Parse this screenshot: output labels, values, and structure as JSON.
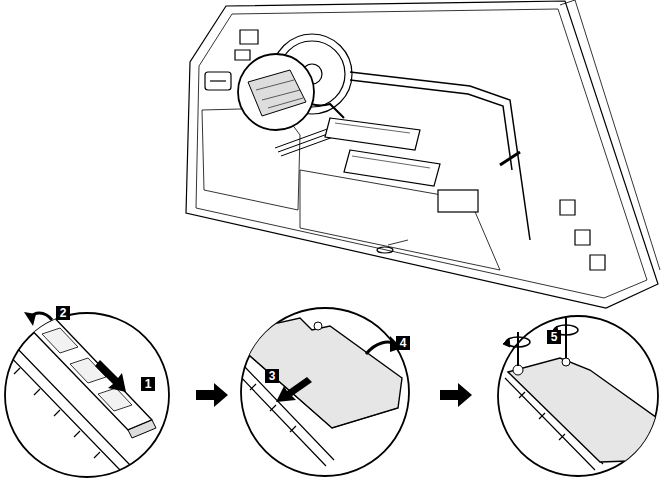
{
  "diagram": {
    "labels": [
      "2",
      "1",
      "4",
      "3",
      "5"
    ]
  }
}
